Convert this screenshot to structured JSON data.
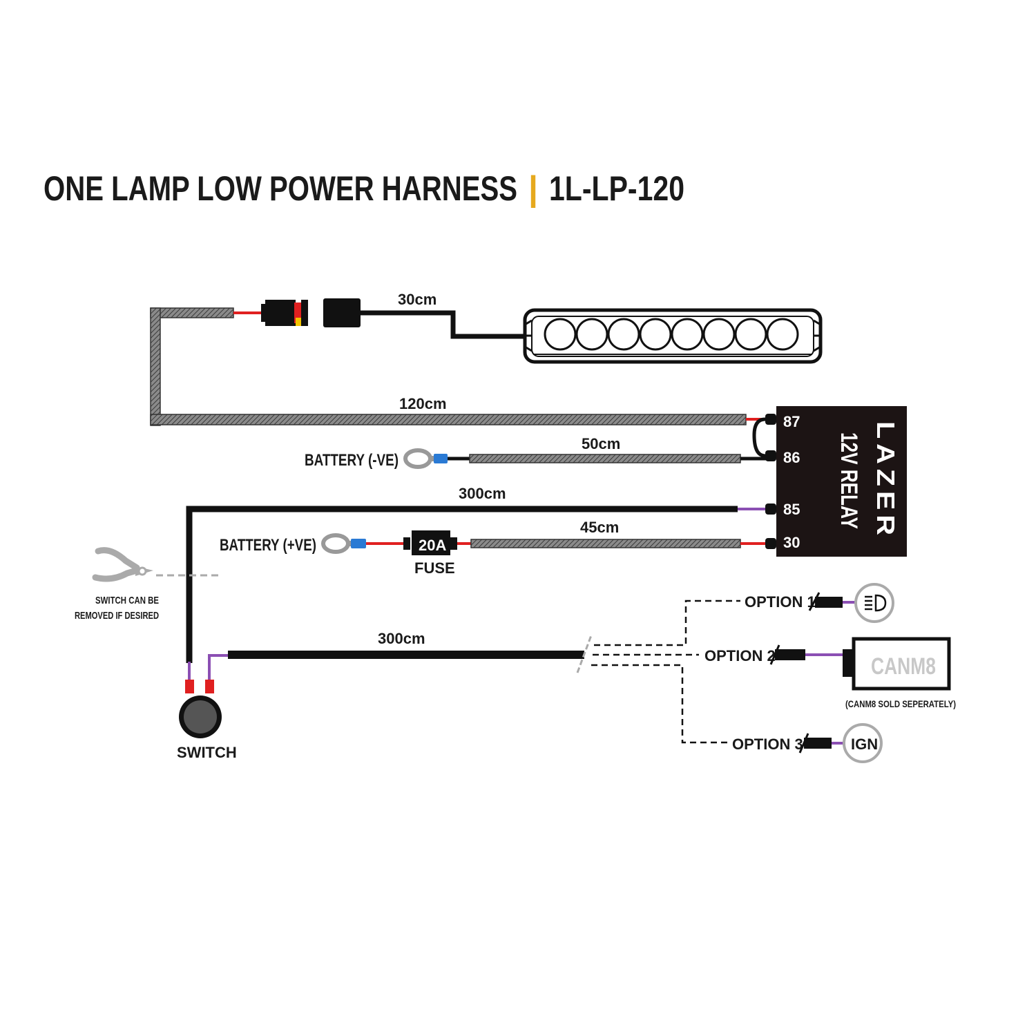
{
  "title": {
    "main": "ONE LAMP LOW POWER HARNESS",
    "separator": "|",
    "code": "1L-LP-120"
  },
  "colors": {
    "wire_black": "#111111",
    "wire_red": "#e02020",
    "wire_purple": "#8b4fb3",
    "wire_blue": "#2a7ad4",
    "sleeve": "#7a7a7a",
    "accent": "#e6a91e",
    "relay_bg": "#1c1414",
    "grey": "#aaaaaa"
  },
  "lengths": {
    "lamp_lead": "30cm",
    "lamp_feed": "120cm",
    "battery_neg": "50cm",
    "switch_feed": "300cm",
    "battery_pos": "45cm",
    "trigger": "300cm"
  },
  "labels": {
    "battery_neg": "BATTERY (-VE)",
    "battery_pos": "BATTERY (+VE)",
    "fuse_rating": "20A",
    "fuse": "FUSE",
    "switch": "SWITCH",
    "switch_note_1": "SWITCH CAN BE",
    "switch_note_2": "REMOVED IF DESIRED"
  },
  "relay": {
    "label": "12V RELAY",
    "brand": "LAZER",
    "pins": [
      "87",
      "86",
      "85",
      "30"
    ]
  },
  "options": {
    "option1": "OPTION 1",
    "option2": "OPTION 2",
    "option3": "OPTION 3",
    "canm8": "CANM8",
    "canm8_note": "(CANM8 SOLD SEPERATELY)",
    "ign": "IGN"
  },
  "icons": {
    "lamp": "led-light-bar",
    "headlight": "headlight-icon",
    "cutters": "wire-cutter-icon"
  }
}
